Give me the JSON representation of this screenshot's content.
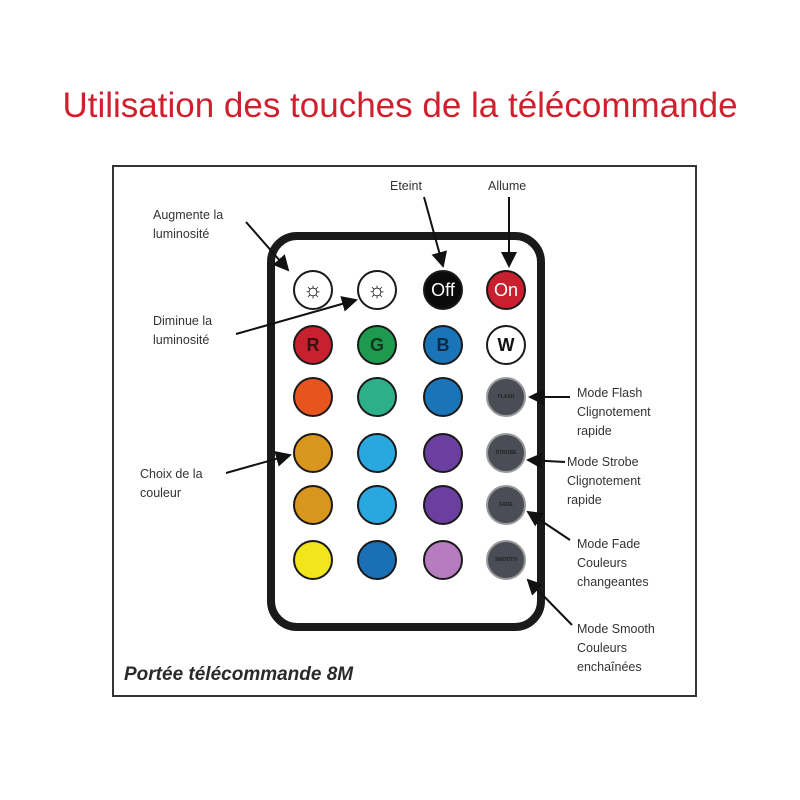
{
  "title": "Utilisation des touches de la télécommande",
  "footer": "Portée télécommande 8M",
  "labels": {
    "augmente": [
      "Augmente la",
      "luminosité"
    ],
    "diminue": [
      "Diminue la",
      "luminosité"
    ],
    "eteint": "Eteint",
    "allume": "Allume",
    "choix": [
      "Choix de la",
      "couleur"
    ],
    "flash": [
      "Mode Flash",
      "Clignotement",
      "rapide"
    ],
    "strobe": [
      "Mode Strobe",
      "Clignotement",
      "rapide"
    ],
    "fade": [
      "Mode Fade",
      "Couleurs",
      "changeantes"
    ],
    "smooth": [
      "Mode Smooth",
      "Couleurs",
      "enchaînées"
    ]
  },
  "buttons": {
    "off": "Off",
    "on": "On",
    "r": "R",
    "g": "G",
    "b": "B",
    "w": "W",
    "flash": "FLASH",
    "strobe": "STROBE",
    "fade": "FADE",
    "smooth": "SMOOTH"
  },
  "colors": {
    "title": "#d0202e",
    "red": "#c8202f",
    "green": "#1e9a4e",
    "blue": "#1a74b8",
    "mode": "#4a4d55"
  }
}
